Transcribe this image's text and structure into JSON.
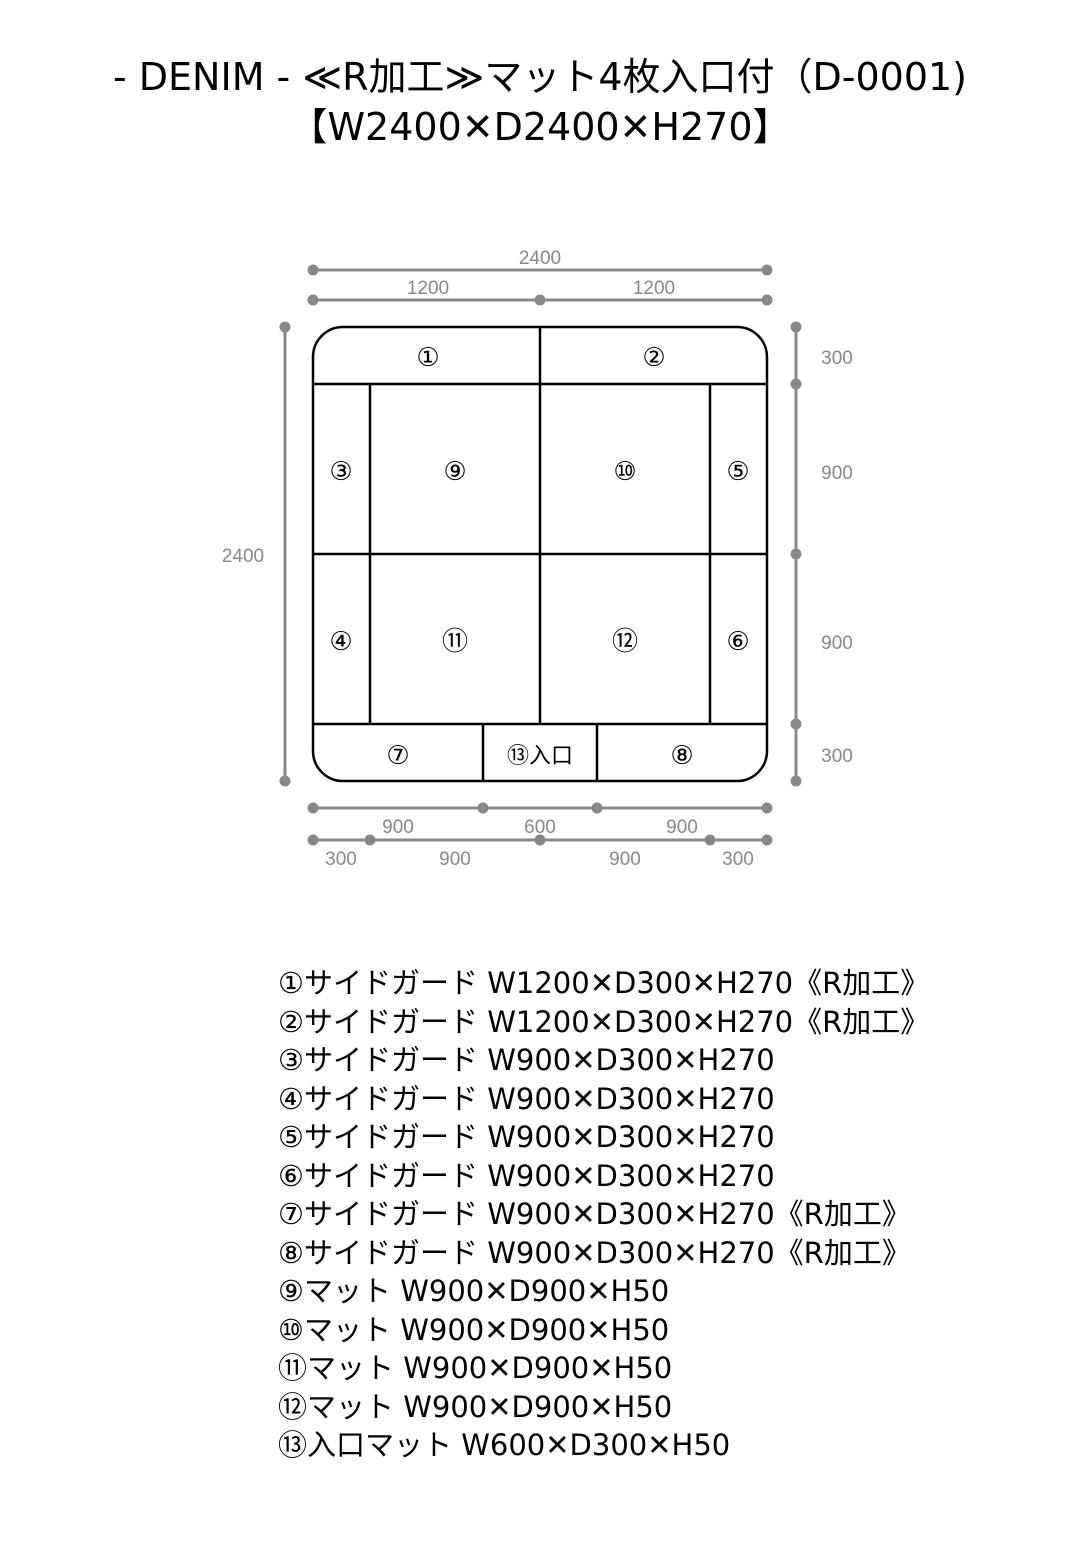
{
  "title": {
    "line1": "- DENIM - ≪R加工≫マット4枚入口付（D-0001)",
    "line2": "【W2400✕D2400✕H270】"
  },
  "dimensions": {
    "top_total": "2400",
    "top_left": "1200",
    "top_right": "1200",
    "left_total": "2400",
    "right": [
      "300",
      "900",
      "900",
      "300"
    ],
    "bottom_row1": [
      "900",
      "600",
      "900"
    ],
    "bottom_row2": [
      "300",
      "900",
      "900",
      "300"
    ]
  },
  "cells": {
    "c1": "①",
    "c2": "②",
    "c3": "③",
    "c4": "④",
    "c5": "⑤",
    "c6": "⑥",
    "c7": "⑦",
    "c8": "⑧",
    "c9": "⑨",
    "c10": "⑩",
    "c11": "⑪",
    "c12": "⑫",
    "c13": "⑬入口"
  },
  "parts": [
    "①サイドガード W1200✕D300✕H270《R加工》",
    "②サイドガード W1200✕D300✕H270《R加工》",
    "③サイドガード W900✕D300✕H270",
    "④サイドガード W900✕D300✕H270",
    "⑤サイドガード W900✕D300✕H270",
    "⑥サイドガード W900✕D300✕H270",
    "⑦サイドガード W900✕D300✕H270《R加工》",
    "⑧サイドガード W900✕D300✕H270《R加工》",
    "⑨マット W900✕D900✕H50",
    "⑩マット W900✕D900✕H50",
    "⑪マット W900✕D900✕H50",
    "⑫マット W900✕D900✕H50",
    "⑬入口マット W600✕D300✕H50"
  ]
}
